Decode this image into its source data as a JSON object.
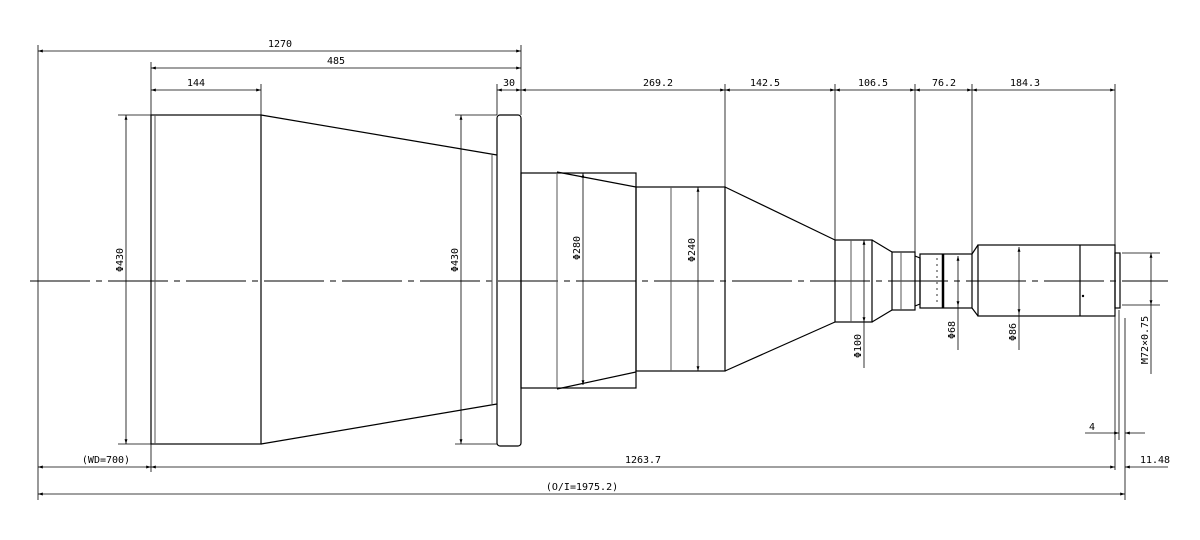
{
  "drawing": {
    "top_dimensions": {
      "overall_1270": "1270",
      "front_485": "485",
      "front_barrel_144": "144",
      "flange_30": "30",
      "seg_269": "269.2",
      "seg_142": "142.5",
      "seg_106": "106.5",
      "seg_76": "76.2",
      "seg_184": "184.3"
    },
    "diameters": {
      "front_430": "Φ430",
      "flange_430": "Φ430",
      "d280": "Φ280",
      "d240": "Φ240",
      "d100": "Φ100",
      "d68": "Φ68",
      "d86": "Φ86",
      "mount_thread": "M72×0.75"
    },
    "bottom_dimensions": {
      "working_distance": "(WD=700)",
      "lens_length": "1263.7",
      "back_focal": "11.48",
      "flange_4": "4",
      "object_image": "(O/I=1975.2)"
    }
  }
}
